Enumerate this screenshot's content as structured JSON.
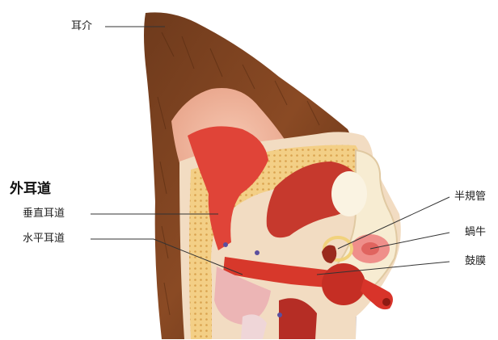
{
  "title": "外耳道",
  "labels": {
    "pinna": "耳介",
    "vertical_canal": "垂直耳道",
    "horizontal_canal": "水平耳道",
    "semicircular_canals": "半規管",
    "cochlea": "蝸牛",
    "eardrum": "鼓膜"
  }
}
